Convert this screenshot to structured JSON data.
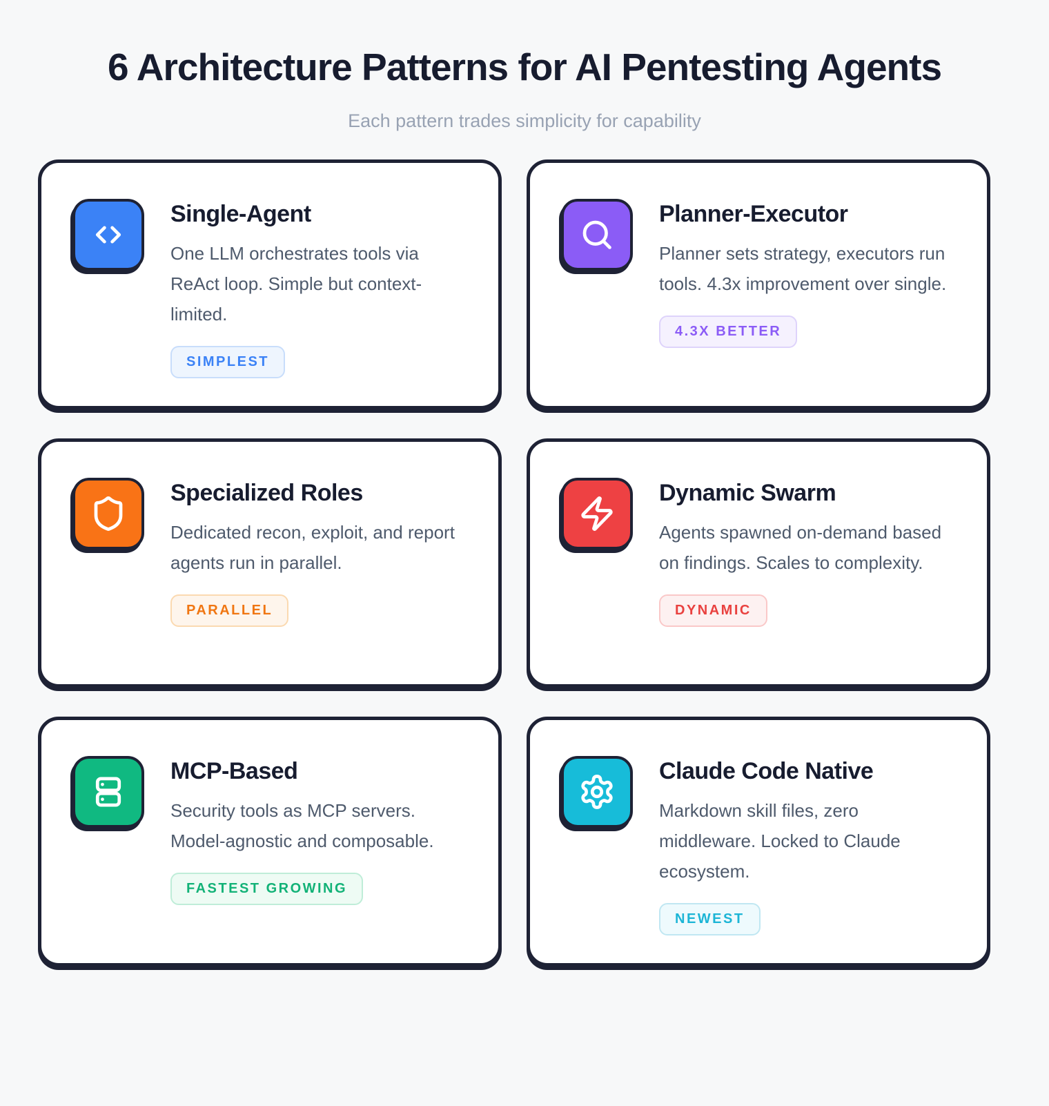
{
  "page": {
    "title": "6 Architecture Patterns for AI Pentesting Agents",
    "subtitle": "Each pattern trades simplicity for capability",
    "background": "#f7f8f9",
    "border_dark": "#1e2235"
  },
  "cards": [
    {
      "title": "Single-Agent",
      "description": "One LLM orchestrates tools via ReAct loop. Simple but context-limited.",
      "icon": "code-icon",
      "tile_color": "#3b82f6",
      "badge": {
        "label": "SIMPLEST",
        "color": "#3b82f6",
        "bg": "#eef5fe",
        "border": "#c8ddfb"
      }
    },
    {
      "title": "Planner-Executor",
      "description": "Planner sets strategy, executors run tools. 4.3x improvement over single.",
      "icon": "search-icon",
      "tile_color": "#8b5cf6",
      "badge": {
        "label": "4.3X BETTER",
        "color": "#8b5cf6",
        "bg": "#f5f1fe",
        "border": "#ded3fb"
      }
    },
    {
      "title": "Specialized Roles",
      "description": "Dedicated recon, exploit, and report agents run in parallel.",
      "icon": "shield-icon",
      "tile_color": "#f97316",
      "badge": {
        "label": "PARALLEL",
        "color": "#f07612",
        "bg": "#fef5ec",
        "border": "#fbd9b0"
      }
    },
    {
      "title": "Dynamic Swarm",
      "description": "Agents spawned on-demand based on findings. Scales to complexity.",
      "icon": "lightning-icon",
      "tile_color": "#ee4143",
      "badge": {
        "label": "DYNAMIC",
        "color": "#e9413f",
        "bg": "#fdf1f1",
        "border": "#fac8c8"
      }
    },
    {
      "title": "MCP-Based",
      "description": "Security tools as MCP servers. Model-agnostic and composable.",
      "icon": "server-icon",
      "tile_color": "#10b981",
      "badge": {
        "label": "FASTEST GROWING",
        "color": "#12b277",
        "bg": "#eefbf4",
        "border": "#bfedd8"
      }
    },
    {
      "title": "Claude Code Native",
      "description": "Markdown skill files, zero middleware. Locked to Claude ecosystem.",
      "icon": "gear-icon",
      "tile_color": "#17bcd9",
      "badge": {
        "label": "NEWEST",
        "color": "#1cb5d6",
        "bg": "#eefafd",
        "border": "#c0e7f2"
      }
    }
  ]
}
